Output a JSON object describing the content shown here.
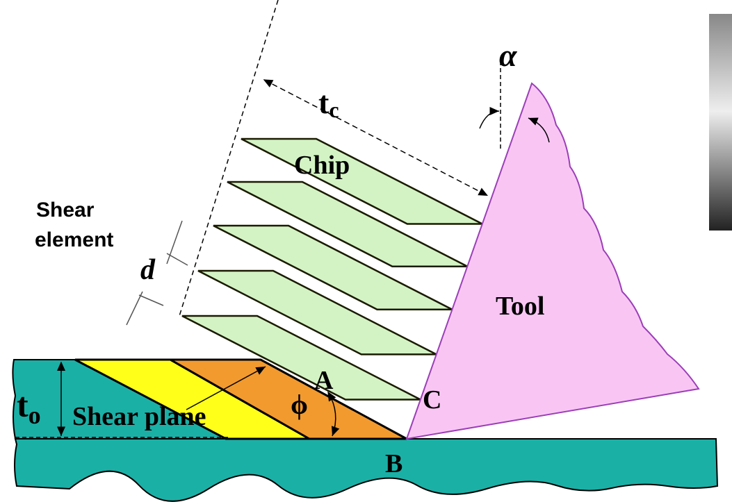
{
  "labels": {
    "chip": "Chip",
    "tool": "Tool",
    "shear_element_1": "Shear",
    "shear_element_2": "element",
    "shear_plane": "Shear plane",
    "d": "d",
    "tc_main": "t",
    "tc_sub": "c",
    "to_main": "t",
    "to_sub": "o",
    "alpha": "α",
    "phi": "ϕ",
    "A": "A",
    "B": "B",
    "C": "C"
  },
  "colors": {
    "workpiece": "#1bb0a6",
    "yellow_zone": "#ffff1a",
    "orange_zone": "#f29a2e",
    "chip": "#d3f3c4",
    "tool": "#f9c6f4",
    "tool_edge": "#9b3fb8"
  }
}
